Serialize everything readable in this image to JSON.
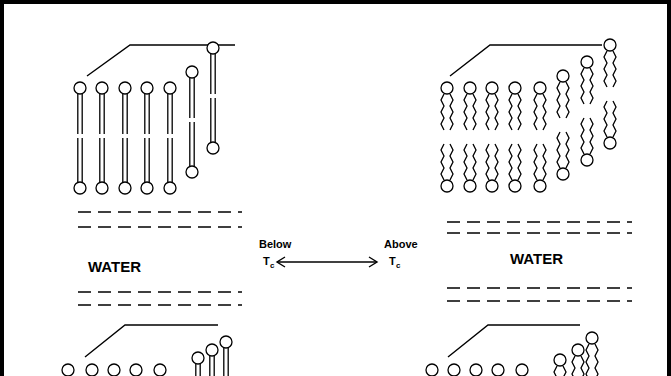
{
  "diagram": {
    "labels": [
      "WATER",
      "Below",
      "T",
      "c",
      "Above",
      "T",
      "c",
      "WATER"
    ]
  }
}
